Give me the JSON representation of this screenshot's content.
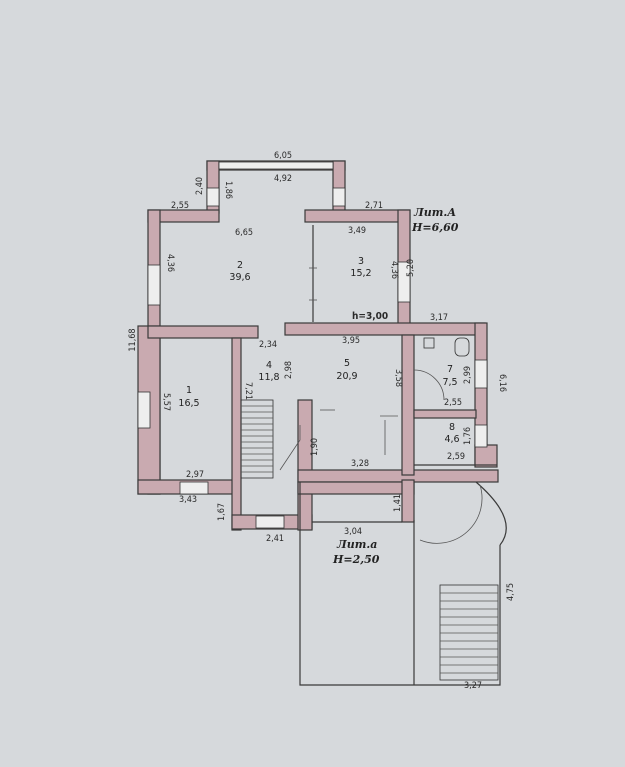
{
  "plan": {
    "litA": {
      "name": "Лит.А",
      "height": "H=6,60"
    },
    "lita": {
      "name": "Лит.а",
      "height": "H=2,50"
    },
    "room_height": "h=3,00",
    "rooms": [
      {
        "number": "1",
        "area": "16,5"
      },
      {
        "number": "2",
        "area": "39,6"
      },
      {
        "number": "3",
        "area": "15,2"
      },
      {
        "number": "4",
        "area": "11,8"
      },
      {
        "number": "5",
        "area": "20,9"
      },
      {
        "number": "7",
        "area": "7,5"
      },
      {
        "number": "8",
        "area": "4,6"
      }
    ],
    "dimensions": {
      "bay_outer": "6,05",
      "bay_inner": "4,92",
      "bay_left_depth": "2,40",
      "bay_side": "1,86",
      "d_255": "2,55",
      "d_271": "2,71",
      "d_665": "6,65",
      "d_349": "3,49",
      "d_436a": "4,36",
      "d_436b": "4,36",
      "d_520": "5,20",
      "d_1168": "11,68",
      "d_234": "2,34",
      "d_298": "2,98",
      "d_395": "3,95",
      "d_317": "3,17",
      "d_299": "2,99",
      "d_616": "6,16",
      "d_557": "5,57",
      "d_721": "7,21",
      "d_358": "3,58",
      "d_255b": "2,55",
      "d_190": "1,90",
      "d_176": "1,76",
      "d_328": "3,28",
      "d_259": "2,59",
      "d_297": "2,97",
      "d_343": "3,43",
      "d_141": "1,41",
      "d_167": "1,67",
      "d_304": "3,04",
      "d_241": "2,41",
      "d_475": "4,75",
      "d_327": "3,27"
    }
  },
  "colors": {
    "wall": "#c9aab0",
    "paper": "#d6d9dc",
    "ink": "#2a2a2a"
  }
}
